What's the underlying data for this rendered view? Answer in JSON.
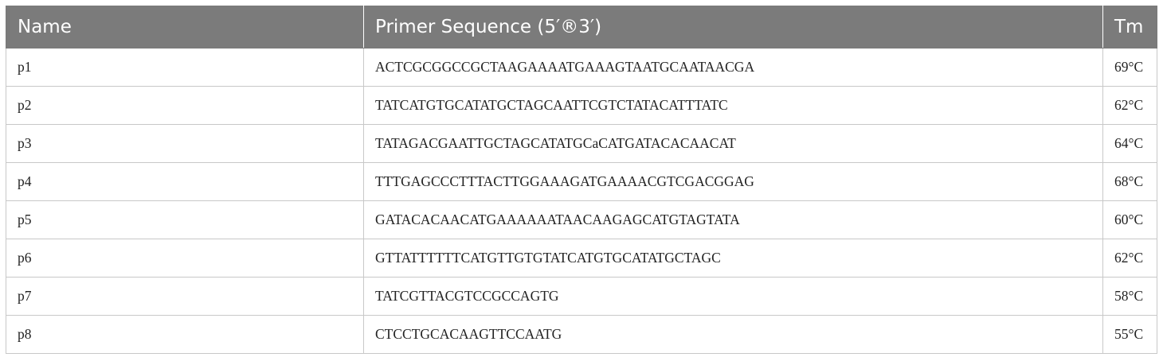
{
  "table": {
    "headers": [
      "Name",
      "Primer Sequence (5′®3′)",
      "Tm"
    ],
    "rows": [
      {
        "name": "p1",
        "sequence": "ACTCGCGGCCGCTAAGAAAATGAAAGTAATGCAATAACGA",
        "tm": "69°C"
      },
      {
        "name": "p2",
        "sequence": "TATCATGTGCATATGCTAGCAATTCGTCTATACATTTATC",
        "tm": "62°C"
      },
      {
        "name": "p3",
        "sequence": "TATAGACGAATTGCTAGCATATGCaCATGATACACAACAT",
        "tm": "64°C"
      },
      {
        "name": "p4",
        "sequence": "TTTGAGCCCTTTACTTGGAAAGATGAAAACGTCGACGGAG",
        "tm": "68°C"
      },
      {
        "name": "p5",
        "sequence": "GATACACAACATGAAAAAATAACAAGAGCATGTAGTATA",
        "tm": "60°C"
      },
      {
        "name": "p6",
        "sequence": "GTTATTTTTTCATGTTGTGTATCATGTGCATATGCTAGC",
        "tm": "62°C"
      },
      {
        "name": "p7",
        "sequence": "TATCGTTACGTCCGCCAGTG",
        "tm": "58°C"
      },
      {
        "name": "p8",
        "sequence": "CTCCTGCACAAGTTCCAATG",
        "tm": "55°C"
      }
    ]
  },
  "colors": {
    "header_bg": "#7b7b7b",
    "header_text": "#ffffff",
    "grid": "#c8c8c8"
  }
}
